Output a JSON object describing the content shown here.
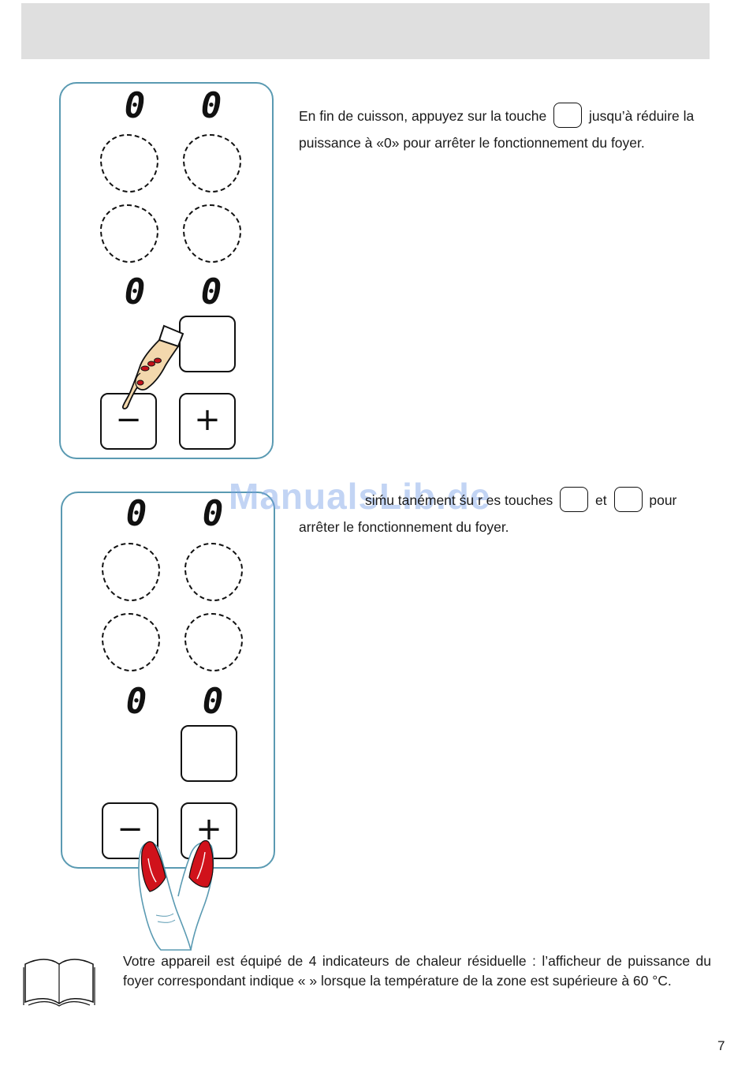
{
  "section1": {
    "text_before_key": "En fin de cuisson, appuyez sur la touche ",
    "text_after_key": " jusqu’à réduire la puissance à «0» pour arrêter le fonctionnement du foyer."
  },
  "section2": {
    "text_part1": "siḿu tanément śu r es touches ",
    "text_part2": " et ",
    "text_part3": " pour arrêter le fonctionnement du foyer."
  },
  "watermark": "ManualsLib.de",
  "panel1": {
    "digits": [
      "0",
      "0",
      "0",
      "0"
    ],
    "minus_label": "−",
    "plus_label": "+"
  },
  "panel2": {
    "digits": [
      "0",
      "0",
      "0",
      "0"
    ],
    "minus_label": "−",
    "plus_label": "+"
  },
  "note": {
    "text": "Votre appareil est équipé de 4 indicateurs de chaleur résiduelle : l’afficheur de puissance du foyer correspondant indique «   » lorsque la température de la zone est supérieure à 60 °C."
  },
  "page_number": "7",
  "colors": {
    "panel_border": "#5a9ab2",
    "header_band": "#dfdfdf",
    "nail_red": "#d0121b"
  },
  "icons": [
    "finger-pointing-icon",
    "two-fingers-icon",
    "open-book-icon"
  ]
}
